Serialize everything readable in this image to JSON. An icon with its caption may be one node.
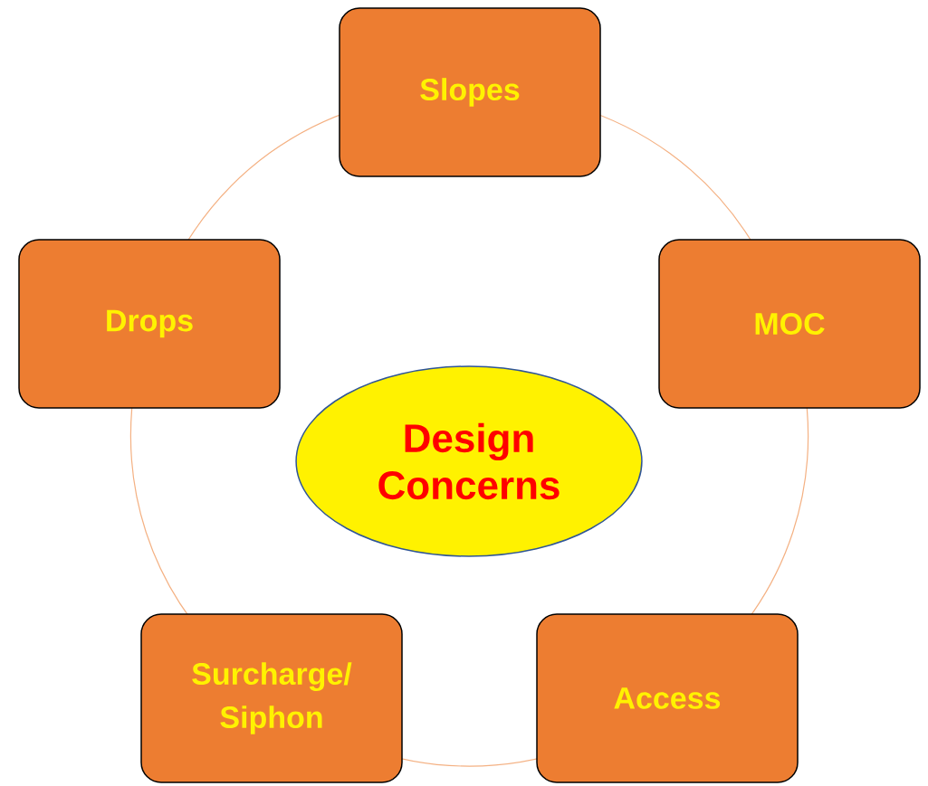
{
  "diagram": {
    "nodes": [
      {
        "text": [
          "Design Concerns"
        ]
      },
      {
        "text": [
          "Slopes"
        ]
      },
      {
        "text": [
          "MOC"
        ]
      },
      {
        "text": [
          "Access"
        ]
      },
      {
        "text": [
          "Surcharge/ Siphon"
        ]
      },
      {
        "text": [
          "Drops"
        ]
      }
    ],
    "edges": [
      {
        "from": 1,
        "to": 2,
        "arrow": "none"
      },
      {
        "from": 2,
        "to": 3,
        "arrow": "none"
      },
      {
        "from": 3,
        "to": 4,
        "arrow": "none"
      },
      {
        "from": 4,
        "to": 5,
        "arrow": "none"
      },
      {
        "from": 5,
        "to": 1,
        "arrow": "none"
      }
    ]
  }
}
